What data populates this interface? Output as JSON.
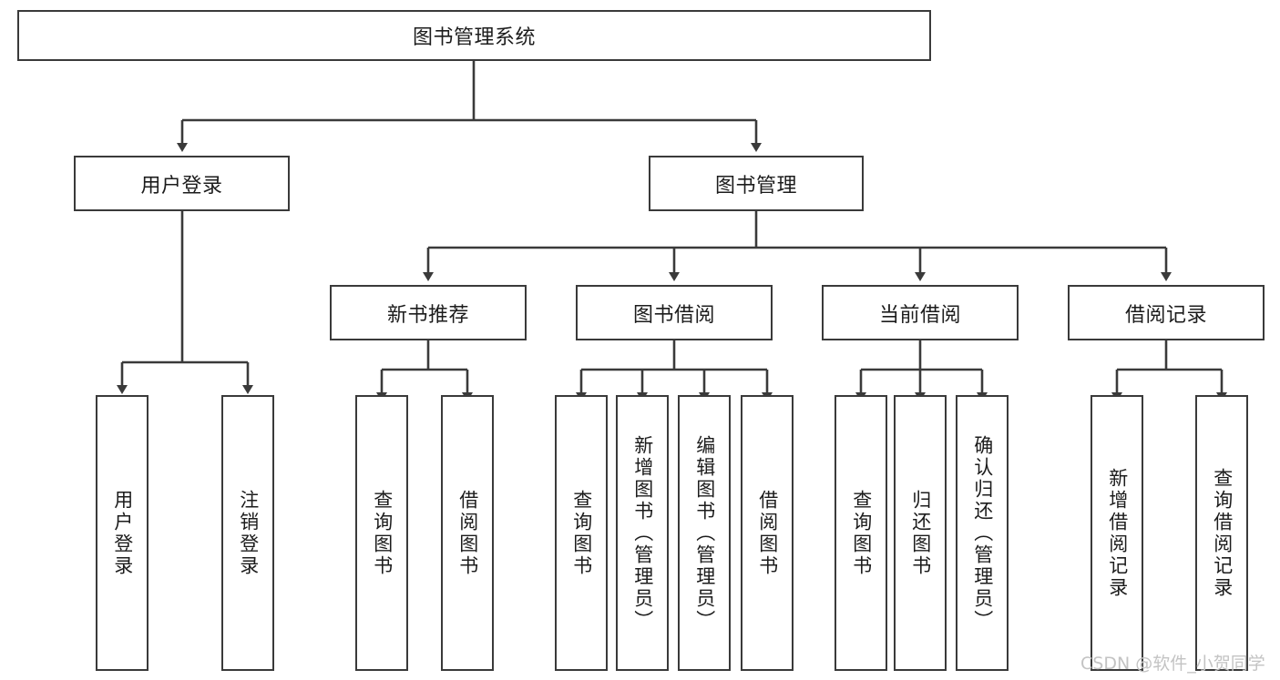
{
  "diagram": {
    "title": "图书管理系统",
    "watermark": "CSDN @软件_小贺同学",
    "colors": {
      "stroke": "#3a3a3a",
      "text": "#1c1c1c",
      "background": "#ffffff",
      "watermark": "#c3c3c3"
    },
    "nodes": {
      "root": {
        "label": "图书管理系统"
      },
      "level2": [
        {
          "label": "用户登录"
        },
        {
          "label": "图书管理"
        }
      ],
      "level3": [
        {
          "label": "新书推荐"
        },
        {
          "label": "图书借阅"
        },
        {
          "label": "当前借阅"
        },
        {
          "label": "借阅记录"
        }
      ],
      "leaves": {
        "user_login": [
          {
            "label": "用户登录"
          },
          {
            "label": "注销登录"
          }
        ],
        "new_book": [
          {
            "label": "查询图书"
          },
          {
            "label": "借阅图书"
          }
        ],
        "borrow_book": [
          {
            "label": "查询图书"
          },
          {
            "label": "新增图书（管理员）"
          },
          {
            "label": "编辑图书（管理员）"
          },
          {
            "label": "借阅图书"
          }
        ],
        "current_borrow": [
          {
            "label": "查询图书"
          },
          {
            "label": "归还图书"
          },
          {
            "label": "确认归还（管理员）"
          }
        ],
        "borrow_record": [
          {
            "label": "新增借阅记录"
          },
          {
            "label": "查询借阅记录"
          }
        ]
      }
    }
  }
}
